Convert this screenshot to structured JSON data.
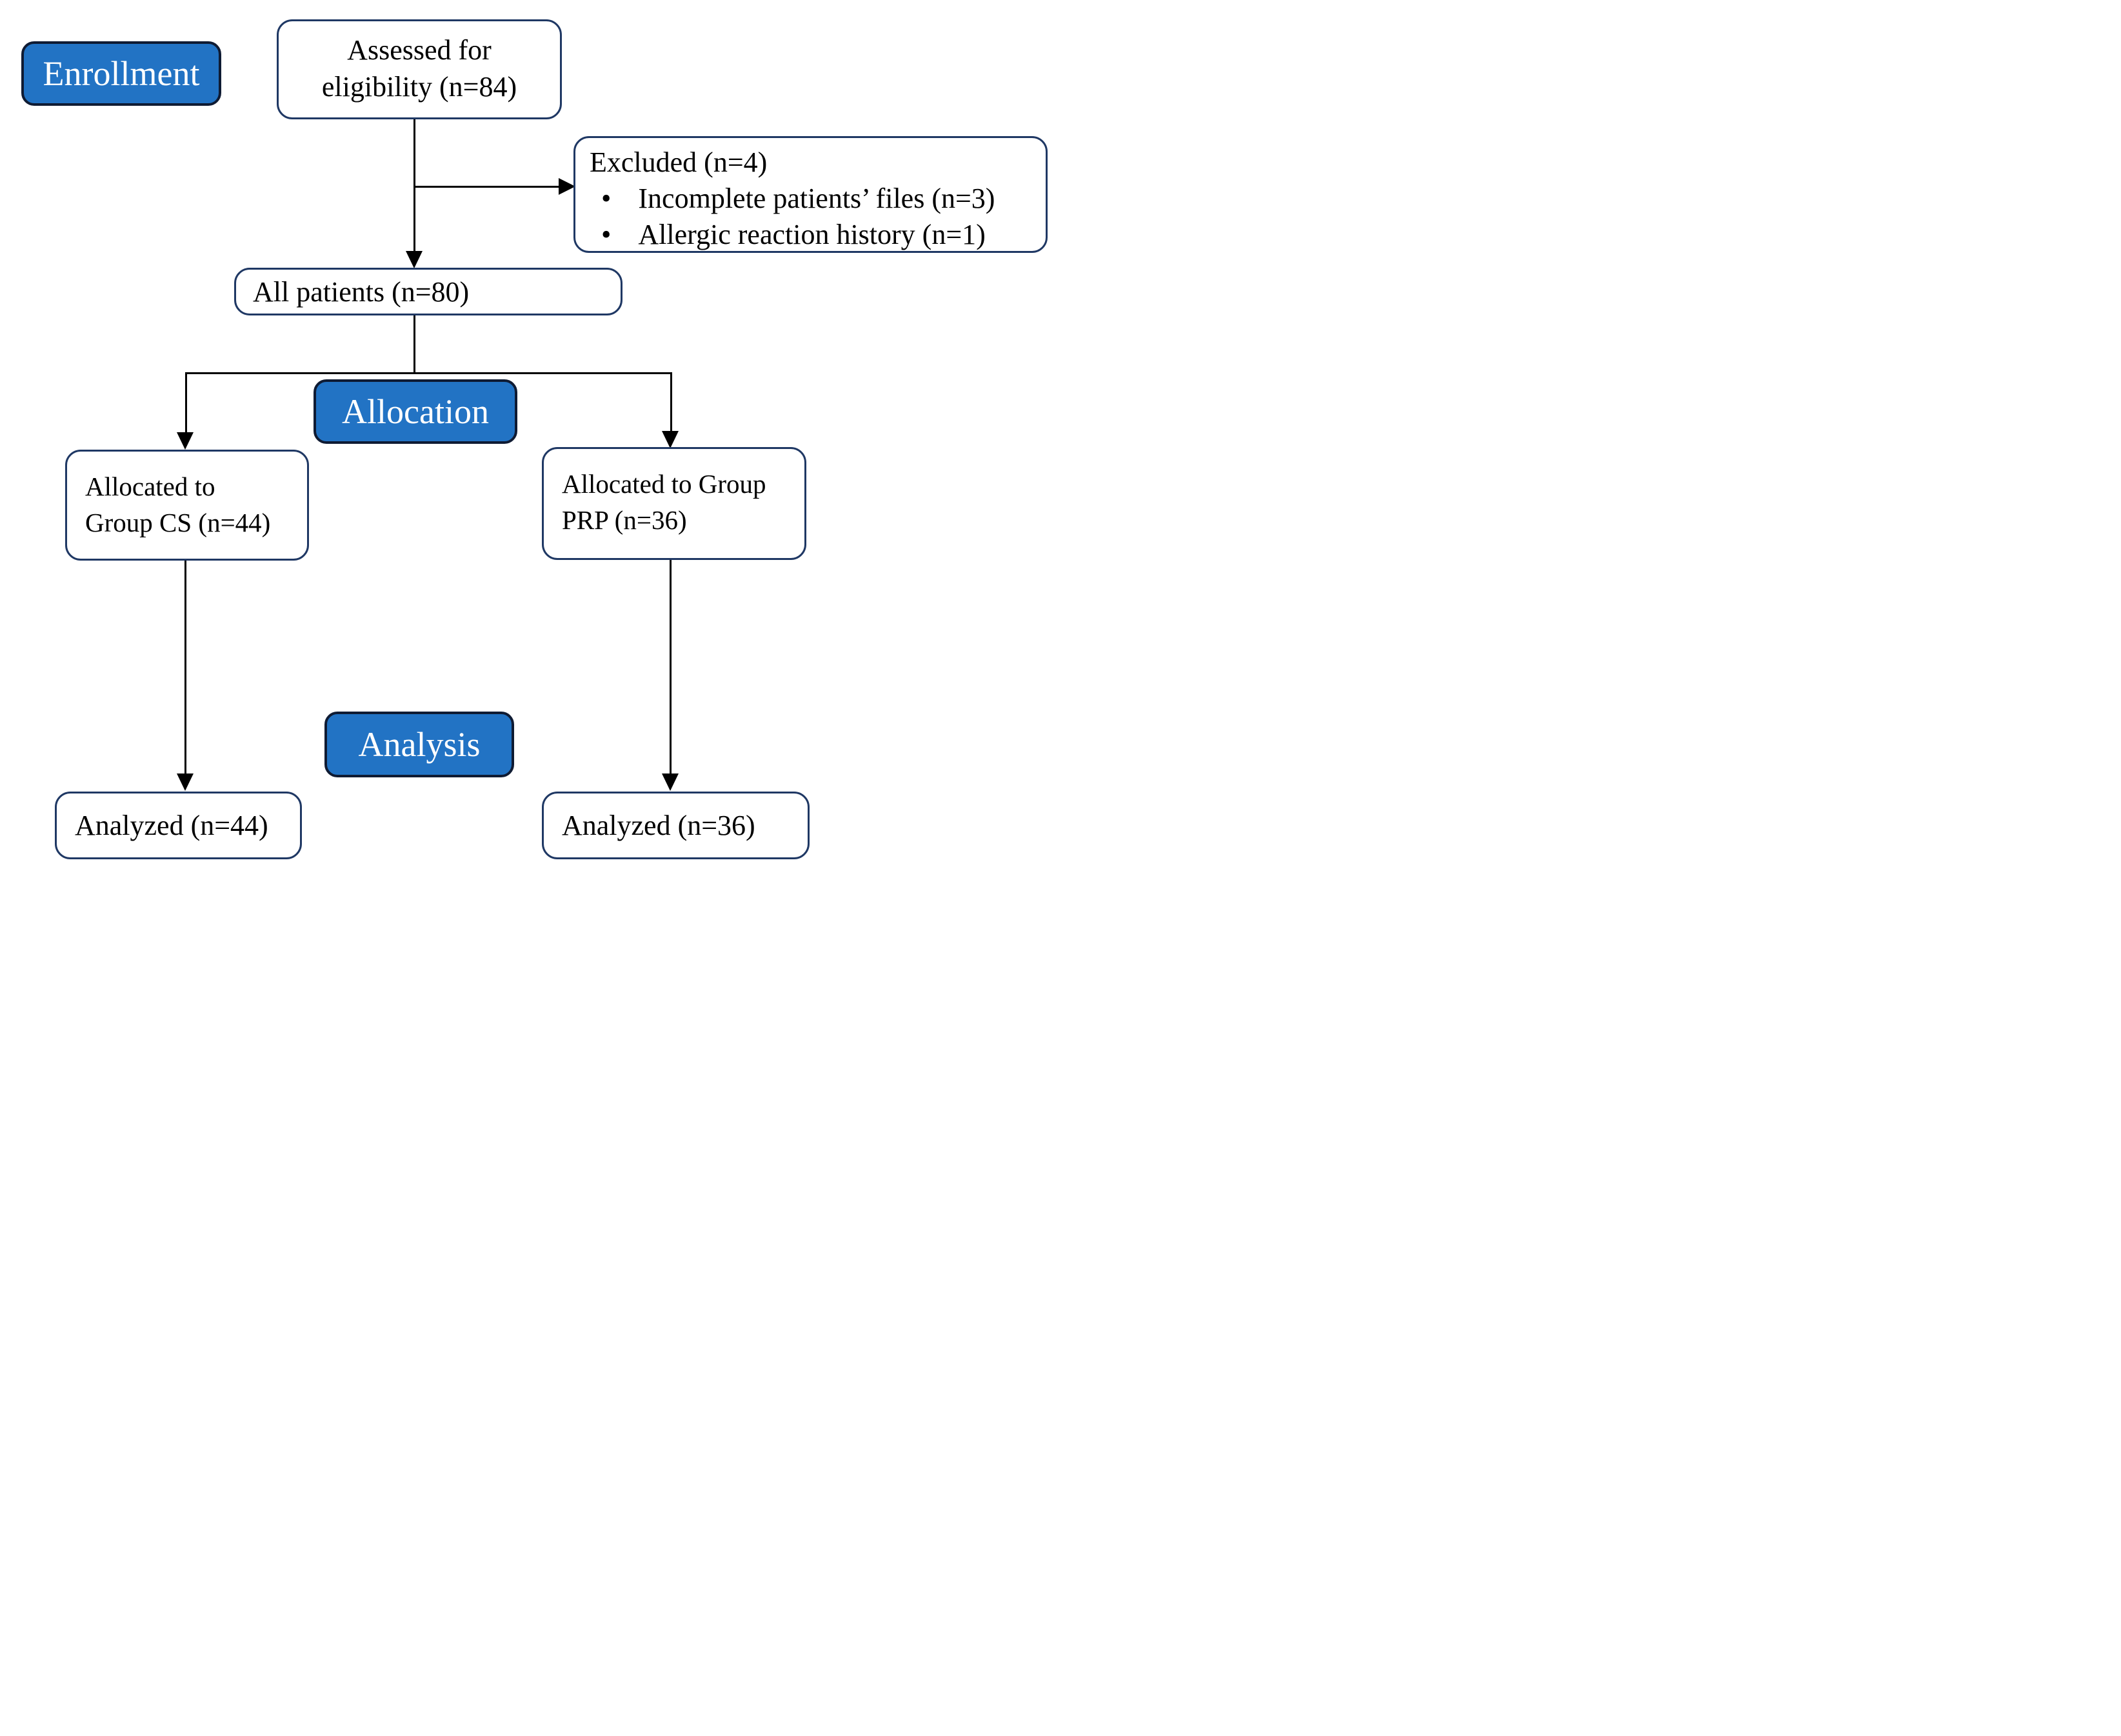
{
  "diagram": {
    "stages": {
      "enrollment": "Enrollment",
      "allocation": "Allocation",
      "analysis": "Analysis"
    },
    "nodes": {
      "assessed": {
        "line1": "Assessed for",
        "line2": "eligibility (n=84)"
      },
      "excluded": {
        "title": "Excluded (n=4)",
        "bullet_char": "•",
        "bullets": [
          "Incomplete patients’ files (n=3)",
          "Allergic reaction history (n=1)"
        ]
      },
      "all_patients": {
        "label": "All patients (n=80)"
      },
      "group_cs": {
        "line1": "Allocated to",
        "line2": "Group CS (n=44)"
      },
      "group_prp": {
        "line1": "Allocated to Group",
        "line2": "PRP (n=36)"
      },
      "analyzed_cs": {
        "label": "Analyzed (n=44)"
      },
      "analyzed_prp": {
        "label": "Analyzed (n=36)"
      }
    },
    "colors": {
      "stage_fill": "#2273c4",
      "stage_border": "#0f1b33",
      "stage_text": "#ffffff",
      "box_fill": "#ffffff",
      "box_border": "#1f3864",
      "arrow": "#000000",
      "text": "#000000"
    }
  }
}
